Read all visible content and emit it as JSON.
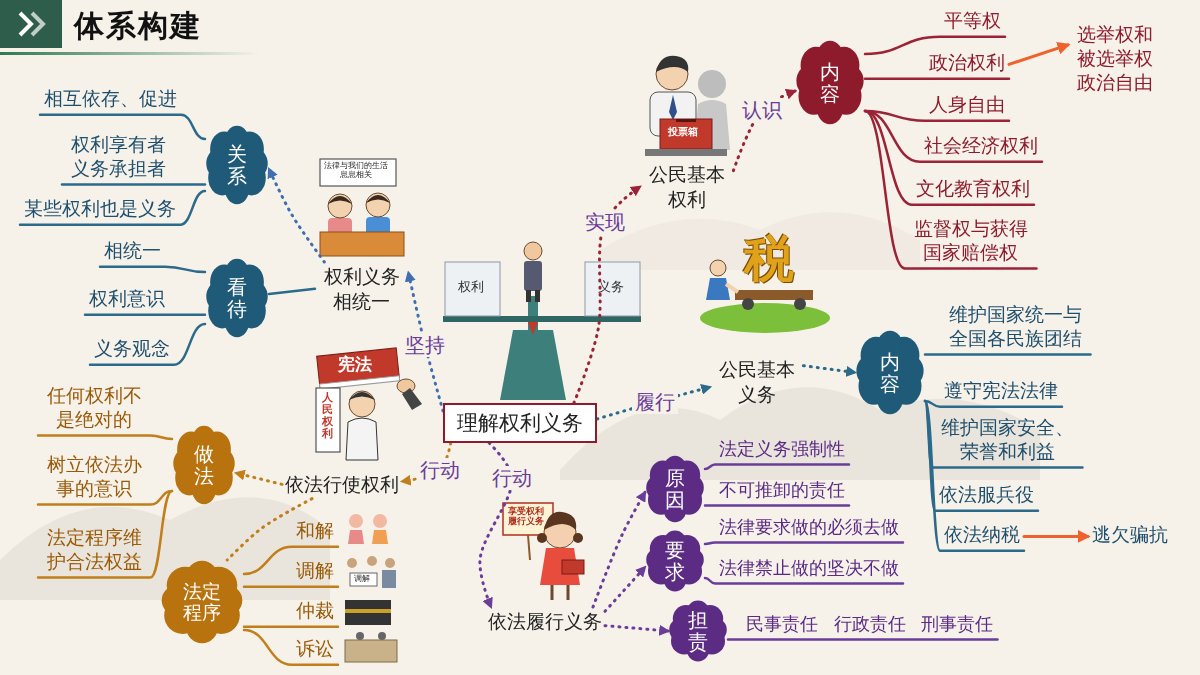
{
  "diagram": {
    "title": "体系构建",
    "nodes": [
      {
        "text": [
          "理解权利义务"
        ]
      },
      {
        "text": [
          "权利义务 相统一"
        ]
      },
      {
        "text": [
          "关系"
        ]
      },
      {
        "text": [
          "相互依存、促进"
        ]
      },
      {
        "text": [
          "权利享有者 义务承担者"
        ]
      },
      {
        "text": [
          "某些权利也是义务"
        ]
      },
      {
        "text": [
          "看待"
        ]
      },
      {
        "text": [
          "相统一"
        ]
      },
      {
        "text": [
          "权利意识"
        ]
      },
      {
        "text": [
          "义务观念"
        ]
      },
      {
        "text": [
          "公民基本 权利"
        ]
      },
      {
        "text": [
          "内容"
        ]
      },
      {
        "text": [
          "平等权"
        ]
      },
      {
        "text": [
          "政治权利"
        ]
      },
      {
        "text": [
          "选举权和 被选举权 政治自由"
        ]
      },
      {
        "text": [
          "人身自由"
        ]
      },
      {
        "text": [
          "社会经济权利"
        ]
      },
      {
        "text": [
          "文化教育权利"
        ]
      },
      {
        "text": [
          "监督权与获得 国家赔偿权"
        ]
      },
      {
        "text": [
          "公民基本 义务"
        ]
      },
      {
        "text": [
          "内容"
        ]
      },
      {
        "text": [
          "维护国家统一与 全国各民族团结"
        ]
      },
      {
        "text": [
          "遵守宪法法律"
        ]
      },
      {
        "text": [
          "维护国家安全、 荣誉和利益"
        ]
      },
      {
        "text": [
          "依法服兵役"
        ]
      },
      {
        "text": [
          "依法纳税"
        ]
      },
      {
        "text": [
          "逃欠骗抗"
        ]
      },
      {
        "text": [
          "依法行使权利"
        ]
      },
      {
        "text": [
          "做法"
        ]
      },
      {
        "text": [
          "任何权利不 是绝对的"
        ]
      },
      {
        "text": [
          "树立依法办 事的意识"
        ]
      },
      {
        "text": [
          "法定程序维 护合法权益"
        ]
      },
      {
        "text": [
          "法定程序"
        ]
      },
      {
        "text": [
          "和解"
        ]
      },
      {
        "text": [
          "调解"
        ]
      },
      {
        "text": [
          "仲裁"
        ]
      },
      {
        "text": [
          "诉讼"
        ]
      },
      {
        "text": [
          "依法履行义务"
        ]
      },
      {
        "text": [
          "原因"
        ]
      },
      {
        "text": [
          "法定义务强制性"
        ]
      },
      {
        "text": [
          "不可推卸的责任"
        ]
      },
      {
        "text": [
          "要求"
        ]
      },
      {
        "text": [
          "法律要求做的必须去做"
        ]
      },
      {
        "text": [
          "法律禁止做的坚决不做"
        ]
      },
      {
        "text": [
          "担责"
        ]
      },
      {
        "text": [
          "民事责任 行政责任 刑事责任"
        ]
      }
    ],
    "edges": [
      {
        "from": 0,
        "to": 1,
        "label": "坚持",
        "arrow": "to"
      },
      {
        "from": 1,
        "to": 2,
        "arrow": "to"
      },
      {
        "from": 2,
        "to": 3,
        "arrow": "none"
      },
      {
        "from": 2,
        "to": 4,
        "arrow": "none"
      },
      {
        "from": 2,
        "to": 5,
        "arrow": "none"
      },
      {
        "from": 1,
        "to": 6,
        "arrow": "none"
      },
      {
        "from": 6,
        "to": 7,
        "arrow": "none"
      },
      {
        "from": 6,
        "to": 8,
        "arrow": "none"
      },
      {
        "from": 6,
        "to": 9,
        "arrow": "none"
      },
      {
        "from": 0,
        "to": 10,
        "label": "实现",
        "arrow": "to"
      },
      {
        "from": 10,
        "to": 11,
        "label": "认识",
        "arrow": "to"
      },
      {
        "from": 11,
        "to": 12,
        "arrow": "none"
      },
      {
        "from": 11,
        "to": 13,
        "arrow": "none"
      },
      {
        "from": 13,
        "to": 14,
        "arrow": "to"
      },
      {
        "from": 11,
        "to": 15,
        "arrow": "none"
      },
      {
        "from": 11,
        "to": 16,
        "arrow": "none"
      },
      {
        "from": 11,
        "to": 17,
        "arrow": "none"
      },
      {
        "from": 11,
        "to": 18,
        "arrow": "none"
      },
      {
        "from": 0,
        "to": 19,
        "label": "履行",
        "arrow": "to"
      },
      {
        "from": 19,
        "to": 20,
        "arrow": "to"
      },
      {
        "from": 20,
        "to": 21,
        "arrow": "none"
      },
      {
        "from": 20,
        "to": 22,
        "arrow": "none"
      },
      {
        "from": 20,
        "to": 23,
        "arrow": "none"
      },
      {
        "from": 20,
        "to": 24,
        "arrow": "none"
      },
      {
        "from": 20,
        "to": 25,
        "arrow": "none"
      },
      {
        "from": 25,
        "to": 26,
        "arrow": "to"
      },
      {
        "from": 0,
        "to": 27,
        "label": "行动",
        "arrow": "to"
      },
      {
        "from": 27,
        "to": 28,
        "arrow": "to"
      },
      {
        "from": 28,
        "to": 29,
        "arrow": "none"
      },
      {
        "from": 28,
        "to": 30,
        "arrow": "none"
      },
      {
        "from": 28,
        "to": 31,
        "arrow": "none"
      },
      {
        "from": 27,
        "to": 32,
        "arrow": "none"
      },
      {
        "from": 32,
        "to": 33,
        "arrow": "none"
      },
      {
        "from": 32,
        "to": 34,
        "arrow": "none"
      },
      {
        "from": 32,
        "to": 35,
        "arrow": "none"
      },
      {
        "from": 32,
        "to": 36,
        "arrow": "none"
      },
      {
        "from": 0,
        "to": 37,
        "label": "行动",
        "arrow": "to"
      },
      {
        "from": 37,
        "to": 38,
        "arrow": "to"
      },
      {
        "from": 38,
        "to": 39,
        "arrow": "none"
      },
      {
        "from": 38,
        "to": 40,
        "arrow": "none"
      },
      {
        "from": 37,
        "to": 41,
        "arrow": "to"
      },
      {
        "from": 41,
        "to": 42,
        "arrow": "none"
      },
      {
        "from": 41,
        "to": 43,
        "arrow": "none"
      },
      {
        "from": 37,
        "to": 44,
        "arrow": "to"
      },
      {
        "from": 44,
        "to": 45,
        "arrow": "none"
      }
    ],
    "labels": [
      "法律与我们的生活 息息相关",
      "投票箱",
      "权利",
      "义务",
      "税",
      "宪法",
      "人民权利",
      "调解",
      "享受权利 履行义务"
    ]
  }
}
